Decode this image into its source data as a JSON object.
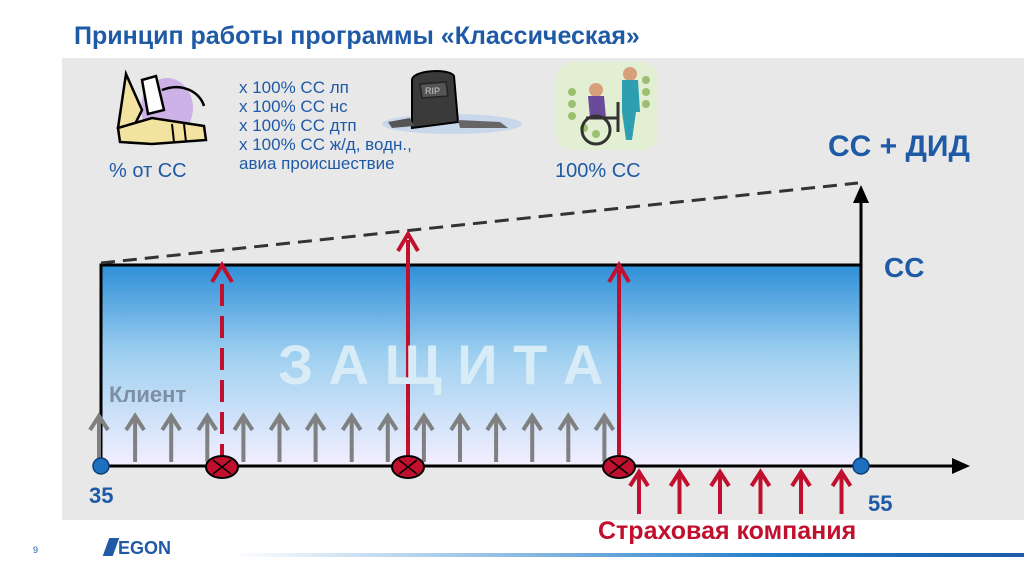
{
  "title": "Принцип работы программы «Классическая»",
  "icons": {
    "injury": "bandaged-body-icon",
    "death": "gravestone-icon",
    "disability": "wheelchair-icon"
  },
  "labels": {
    "percent_of_cc": "% от СС",
    "multipliers": [
      "х 100% СС лп",
      "х 100% СС нс",
      "х 100% СС дтп",
      "х 100% СС ж/д, водн.,",
      "авиа происшествие"
    ],
    "hundred_percent_cc": "100% СС",
    "cc_plus_did": "СС + ДИД",
    "cc": "СС",
    "protection": "З А Щ И Т А",
    "client": "Клиент",
    "insurer": "Страховая компания"
  },
  "axis": {
    "start_age": "35",
    "end_age": "55"
  },
  "footer": {
    "page_number": "9",
    "logo_text": "EGON"
  },
  "colors": {
    "accent_blue": "#1f5aa6",
    "event_red": "#c0102e",
    "client_arrow_gray": "#808080",
    "box_top": "#2e8fd8",
    "box_bottom": "#f3efff"
  },
  "client_payments_count": 15,
  "insurer_payments_count": 6,
  "insured_events": 3
}
